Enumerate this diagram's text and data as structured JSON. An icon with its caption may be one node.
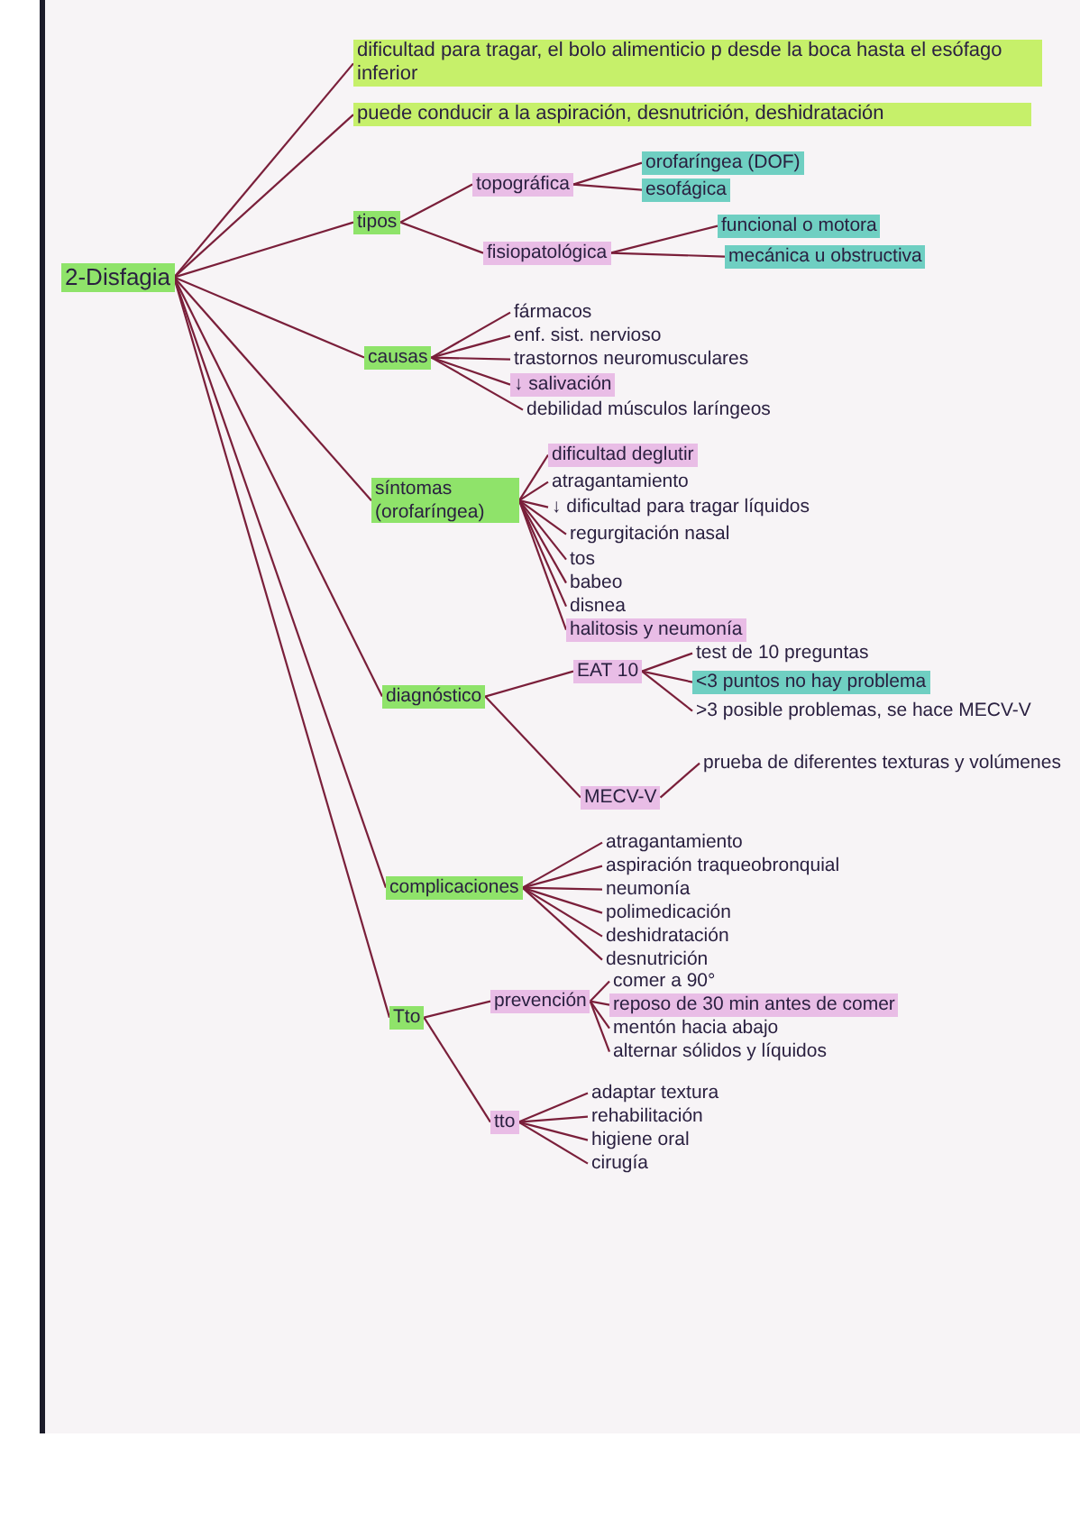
{
  "diagram": {
    "nodes": [
      {
        "text": [
          "2-Disfagia"
        ]
      },
      {
        "text": [
          "dificultad para tragar, el bolo alimenticio p desde la boca hasta el esófago inferior"
        ]
      },
      {
        "text": [
          "puede conducir a la aspiración, desnutrición, deshidratación"
        ]
      },
      {
        "text": [
          "tipos"
        ]
      },
      {
        "text": [
          "topográfica"
        ]
      },
      {
        "text": [
          "orofaríngea (DOF)"
        ]
      },
      {
        "text": [
          "esofágica"
        ]
      },
      {
        "text": [
          "fisiopatológica"
        ]
      },
      {
        "text": [
          "funcional o motora"
        ]
      },
      {
        "text": [
          "mecánica u obstructiva"
        ]
      },
      {
        "text": [
          "causas"
        ]
      },
      {
        "text": [
          "fármacos"
        ]
      },
      {
        "text": [
          "enf. sist. nervioso"
        ]
      },
      {
        "text": [
          "trastornos neuromusculares"
        ]
      },
      {
        "text": [
          "↓ salivación"
        ]
      },
      {
        "text": [
          "debilidad músculos laríngeos"
        ]
      },
      {
        "text": [
          "síntomas (orofaríngea)"
        ]
      },
      {
        "text": [
          "dificultad deglutir"
        ]
      },
      {
        "text": [
          "atragantamiento"
        ]
      },
      {
        "text": [
          "↓ dificultad para tragar líquidos"
        ]
      },
      {
        "text": [
          "regurgitación nasal"
        ]
      },
      {
        "text": [
          "tos"
        ]
      },
      {
        "text": [
          "babeo"
        ]
      },
      {
        "text": [
          "disnea"
        ]
      },
      {
        "text": [
          "halitosis y neumonía"
        ]
      },
      {
        "text": [
          "diagnóstico"
        ]
      },
      {
        "text": [
          "EAT 10"
        ]
      },
      {
        "text": [
          "test de 10 preguntas"
        ]
      },
      {
        "text": [
          "<3 puntos no hay problema"
        ]
      },
      {
        "text": [
          ">3 posible problemas, se hace MECV-V"
        ]
      },
      {
        "text": [
          "MECV-V"
        ]
      },
      {
        "text": [
          "prueba de diferentes texturas y volúmenes"
        ]
      },
      {
        "text": [
          "complicaciones"
        ]
      },
      {
        "text": [
          "atragantamiento"
        ]
      },
      {
        "text": [
          "aspiración traqueobronquial"
        ]
      },
      {
        "text": [
          "neumonía"
        ]
      },
      {
        "text": [
          "polimedicación"
        ]
      },
      {
        "text": [
          "deshidratación"
        ]
      },
      {
        "text": [
          "desnutrición"
        ]
      },
      {
        "text": [
          "Tto"
        ]
      },
      {
        "text": [
          "prevención"
        ]
      },
      {
        "text": [
          "comer a 90°"
        ]
      },
      {
        "text": [
          "reposo de 30 min antes de comer"
        ]
      },
      {
        "text": [
          "mentón hacia abajo"
        ]
      },
      {
        "text": [
          "alternar sólidos y líquidos"
        ]
      },
      {
        "text": [
          "tto"
        ]
      },
      {
        "text": [
          "adaptar textura"
        ]
      },
      {
        "text": [
          "rehabilitación"
        ]
      },
      {
        "text": [
          "higiene oral"
        ]
      },
      {
        "text": [
          "cirugía"
        ]
      }
    ],
    "edges": [
      {
        "from": 0,
        "to": 1,
        "arrow": "none"
      },
      {
        "from": 0,
        "to": 2,
        "arrow": "none"
      },
      {
        "from": 0,
        "to": 3,
        "arrow": "none"
      },
      {
        "from": 3,
        "to": 4,
        "arrow": "none"
      },
      {
        "from": 4,
        "to": 5,
        "arrow": "none"
      },
      {
        "from": 4,
        "to": 6,
        "arrow": "none"
      },
      {
        "from": 3,
        "to": 7,
        "arrow": "none"
      },
      {
        "from": 7,
        "to": 8,
        "arrow": "none"
      },
      {
        "from": 7,
        "to": 9,
        "arrow": "none"
      },
      {
        "from": 0,
        "to": 10,
        "arrow": "none"
      },
      {
        "from": 10,
        "to": 11,
        "arrow": "none"
      },
      {
        "from": 10,
        "to": 12,
        "arrow": "none"
      },
      {
        "from": 10,
        "to": 13,
        "arrow": "none"
      },
      {
        "from": 10,
        "to": 14,
        "arrow": "none"
      },
      {
        "from": 10,
        "to": 15,
        "arrow": "none"
      },
      {
        "from": 0,
        "to": 16,
        "arrow": "none"
      },
      {
        "from": 16,
        "to": 17,
        "arrow": "none"
      },
      {
        "from": 16,
        "to": 18,
        "arrow": "none"
      },
      {
        "from": 16,
        "to": 19,
        "arrow": "none"
      },
      {
        "from": 16,
        "to": 20,
        "arrow": "none"
      },
      {
        "from": 16,
        "to": 21,
        "arrow": "none"
      },
      {
        "from": 16,
        "to": 22,
        "arrow": "none"
      },
      {
        "from": 16,
        "to": 23,
        "arrow": "none"
      },
      {
        "from": 16,
        "to": 24,
        "arrow": "none"
      },
      {
        "from": 0,
        "to": 25,
        "arrow": "none"
      },
      {
        "from": 25,
        "to": 26,
        "arrow": "none"
      },
      {
        "from": 26,
        "to": 27,
        "arrow": "none"
      },
      {
        "from": 26,
        "to": 28,
        "arrow": "none"
      },
      {
        "from": 26,
        "to": 29,
        "arrow": "none"
      },
      {
        "from": 25,
        "to": 30,
        "arrow": "none"
      },
      {
        "from": 30,
        "to": 31,
        "arrow": "none"
      },
      {
        "from": 0,
        "to": 32,
        "arrow": "none"
      },
      {
        "from": 32,
        "to": 33,
        "arrow": "none"
      },
      {
        "from": 32,
        "to": 34,
        "arrow": "none"
      },
      {
        "from": 32,
        "to": 35,
        "arrow": "none"
      },
      {
        "from": 32,
        "to": 36,
        "arrow": "none"
      },
      {
        "from": 32,
        "to": 37,
        "arrow": "none"
      },
      {
        "from": 32,
        "to": 38,
        "arrow": "none"
      },
      {
        "from": 0,
        "to": 39,
        "arrow": "none"
      },
      {
        "from": 39,
        "to": 40,
        "arrow": "none"
      },
      {
        "from": 40,
        "to": 41,
        "arrow": "none"
      },
      {
        "from": 40,
        "to": 42,
        "arrow": "none"
      },
      {
        "from": 40,
        "to": 43,
        "arrow": "none"
      },
      {
        "from": 40,
        "to": 44,
        "arrow": "none"
      },
      {
        "from": 39,
        "to": 45,
        "arrow": "none"
      },
      {
        "from": 45,
        "to": 46,
        "arrow": "none"
      },
      {
        "from": 45,
        "to": 47,
        "arrow": "none"
      },
      {
        "from": 45,
        "to": 48,
        "arrow": "none"
      },
      {
        "from": 45,
        "to": 49,
        "arrow": "none"
      }
    ]
  }
}
